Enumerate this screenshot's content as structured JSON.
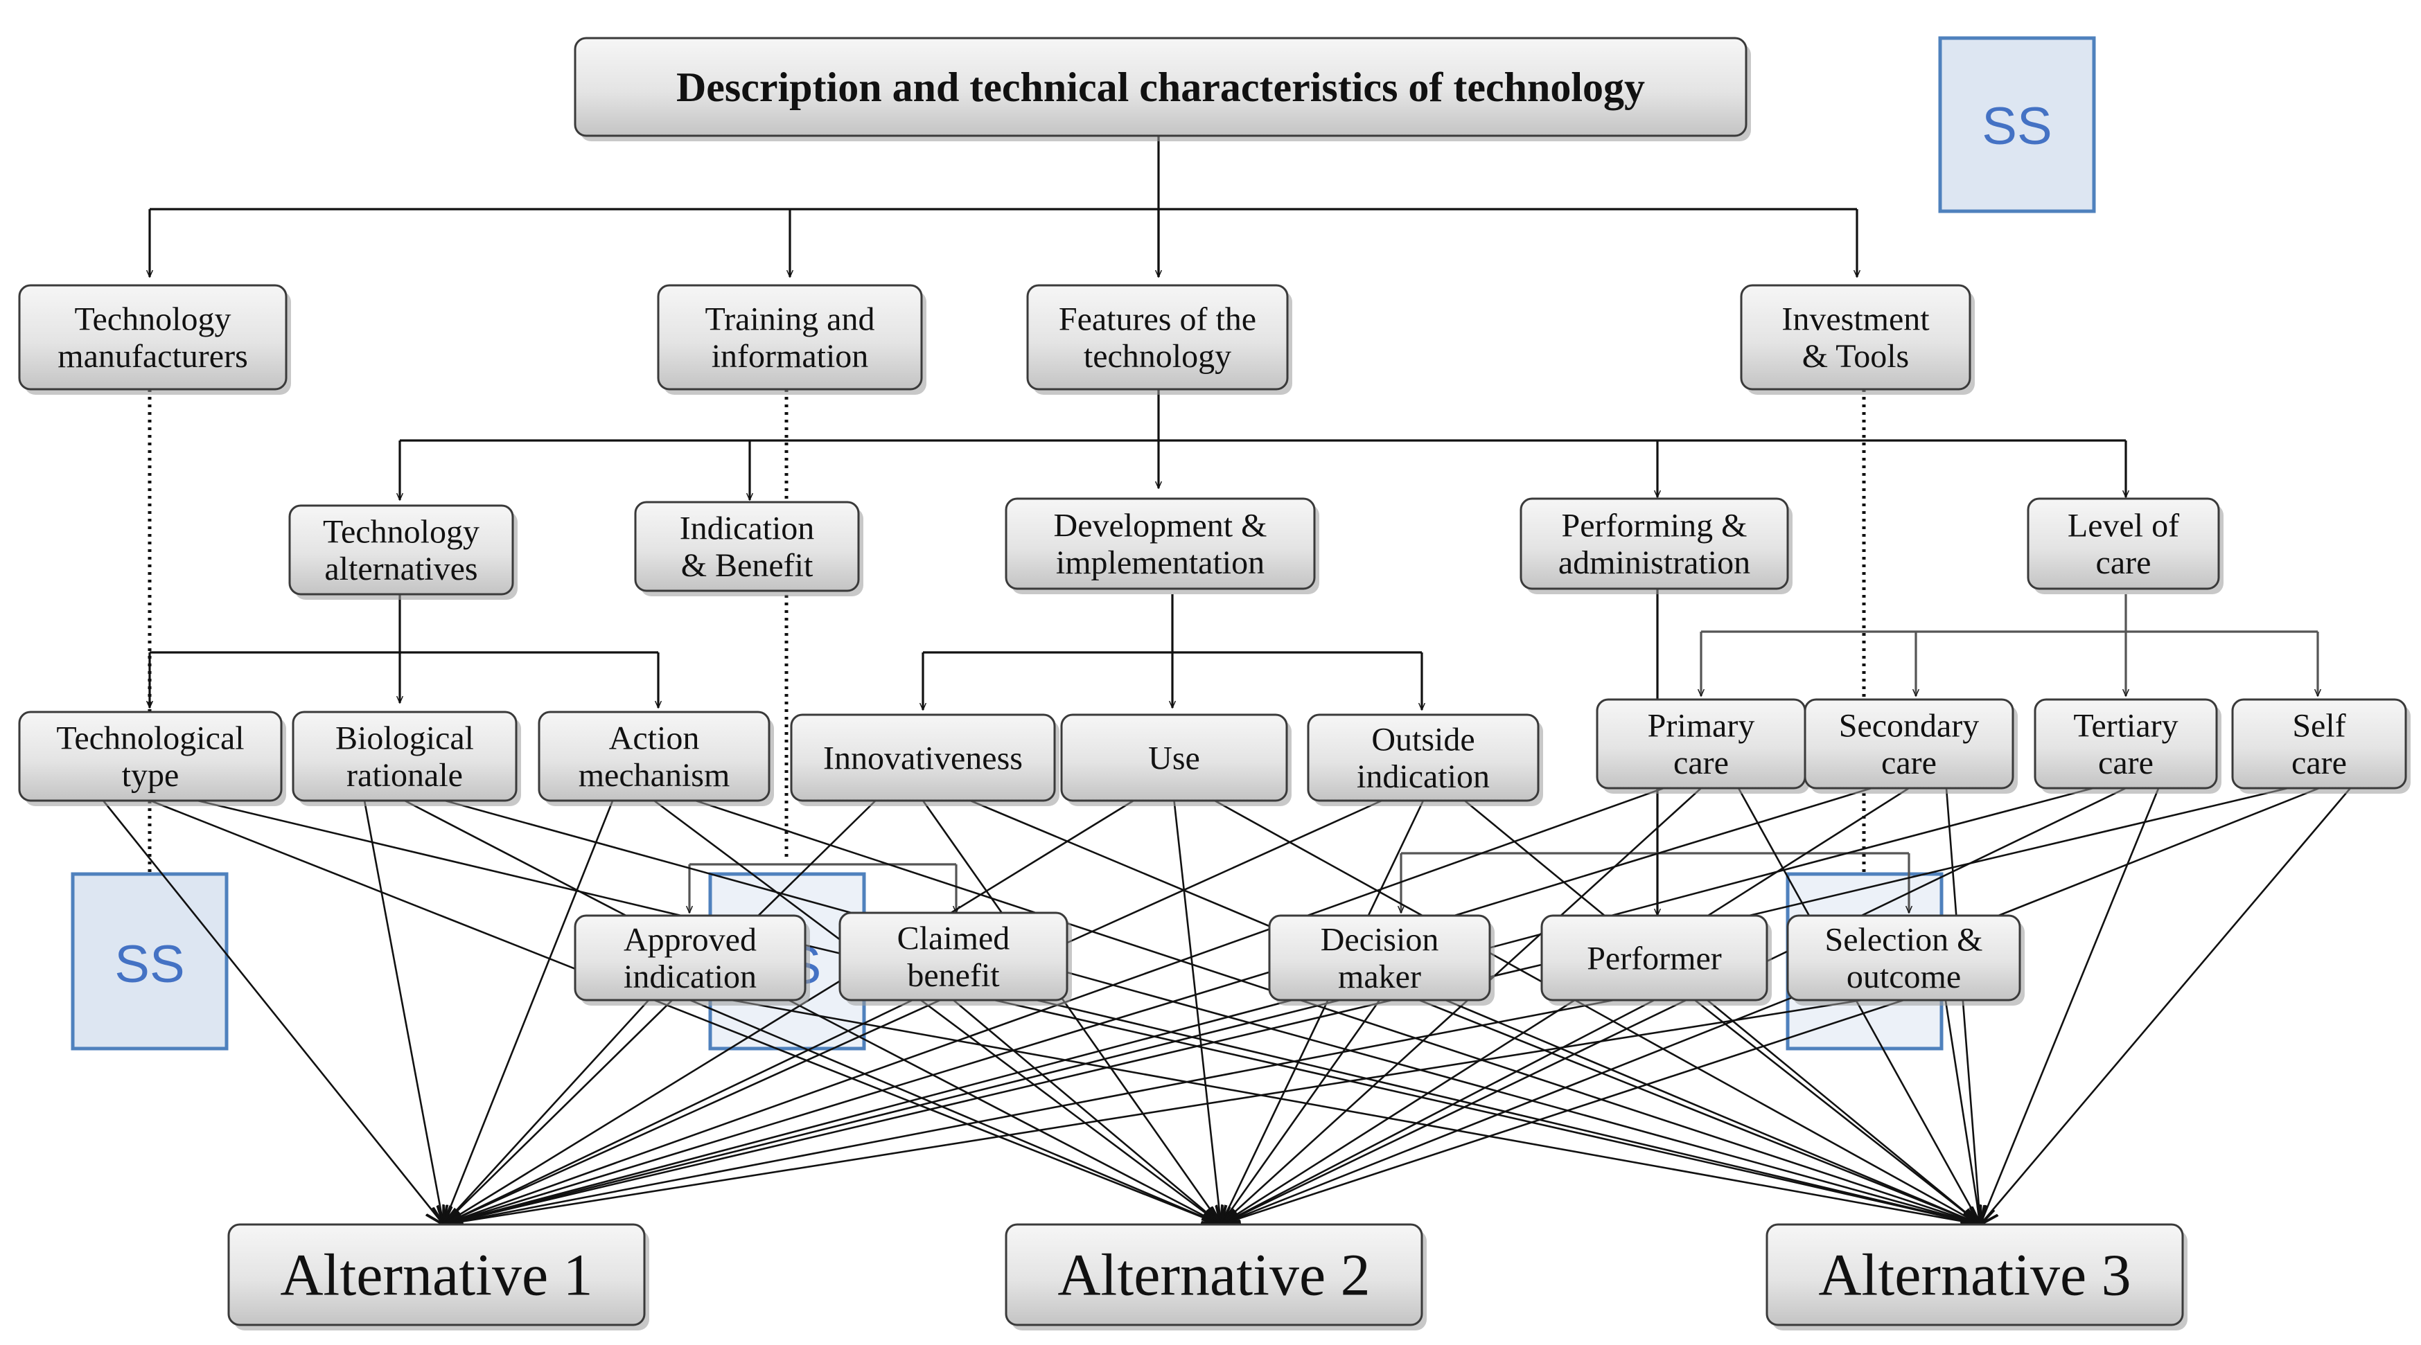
{
  "nodes": {
    "root": "Description and technical characteristics of technology",
    "tech_manufacturers": "Technology manufacturers",
    "training_information": "Training and information",
    "features_technology": "Features of the technology",
    "investment_tools": "Investment & Tools",
    "tech_alternatives": "Technology alternatives",
    "indication_benefit": "Indication & Benefit",
    "development_implementation": "Development & implementation",
    "performing_administration": "Performing & administration",
    "level_of_care": "Level of care",
    "technological_type": "Technological type",
    "biological_rationale": "Biological rationale",
    "action_mechanism": "Action mechanism",
    "innovativeness": "Innovativeness",
    "use": "Use",
    "outside_indication": "Outside indication",
    "primary_care": "Primary care",
    "secondary_care": "Secondary care",
    "tertiary_care": "Tertiary care",
    "self_care": "Self care",
    "approved_indication": "Approved indication",
    "claimed_benefit": "Claimed benefit",
    "decision_maker": "Decision maker",
    "performer": "Performer",
    "selection_outcome": "Selection & outcome",
    "alternative_1": "Alternative 1",
    "alternative_2": "Alternative 2",
    "alternative_3": "Alternative 3"
  },
  "ss_labels": {
    "top_right": "SS",
    "left": "SS",
    "middle_partial": "S",
    "right_partial": ""
  },
  "colors": {
    "ss_border": "#4f81bd",
    "ss_fill": "#dde6f2",
    "ss_text": "#4472c4",
    "box_top": "#f6f6f6",
    "box_bottom": "#c4c4c4"
  }
}
